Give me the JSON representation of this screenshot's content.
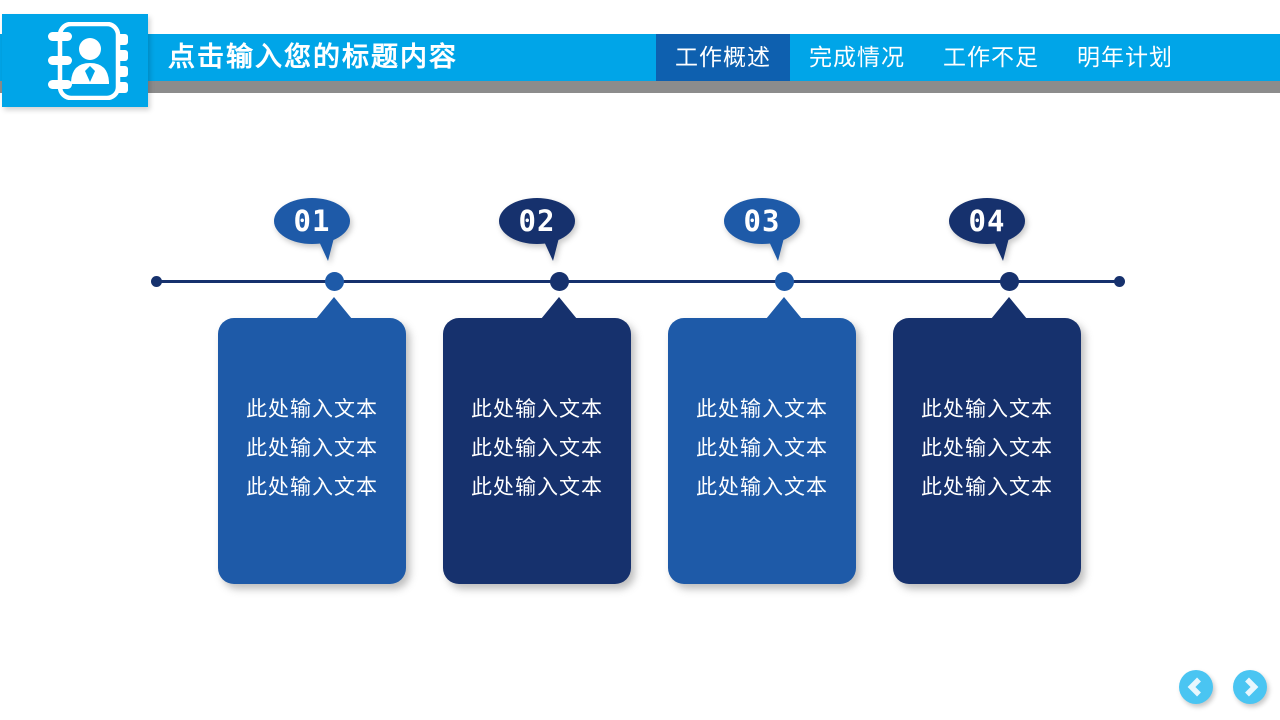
{
  "header": {
    "title": "点击输入您的标题内容",
    "tabs": [
      {
        "label": "工作概述",
        "active": true
      },
      {
        "label": "完成情况",
        "active": false
      },
      {
        "label": "工作不足",
        "active": false
      },
      {
        "label": "明年计划",
        "active": false
      }
    ]
  },
  "timeline": {
    "items": [
      {
        "number": "01",
        "variant": "blue",
        "lines": [
          "此处输入文本",
          "此处输入文本",
          "此处输入文本"
        ]
      },
      {
        "number": "02",
        "variant": "navy",
        "lines": [
          "此处输入文本",
          "此处输入文本",
          "此处输入文本"
        ]
      },
      {
        "number": "03",
        "variant": "blue",
        "lines": [
          "此处输入文本",
          "此处输入文本",
          "此处输入文本"
        ]
      },
      {
        "number": "04",
        "variant": "navy",
        "lines": [
          "此处输入文本",
          "此处输入文本",
          "此处输入文本"
        ]
      }
    ]
  },
  "footer": {
    "prev_icon": "chevron-left",
    "next_icon": "chevron-right"
  },
  "icons": {
    "logo": "notebook-contact"
  },
  "colors": {
    "cyan": "#00A5E8",
    "medium_blue": "#1E5AA8",
    "navy": "#16316D",
    "active_tab": "#0E60AF",
    "gray_strip": "#8C8C8C",
    "nav_circle": "#4AC5F2",
    "text_on_dark": "#FFFFFF"
  }
}
